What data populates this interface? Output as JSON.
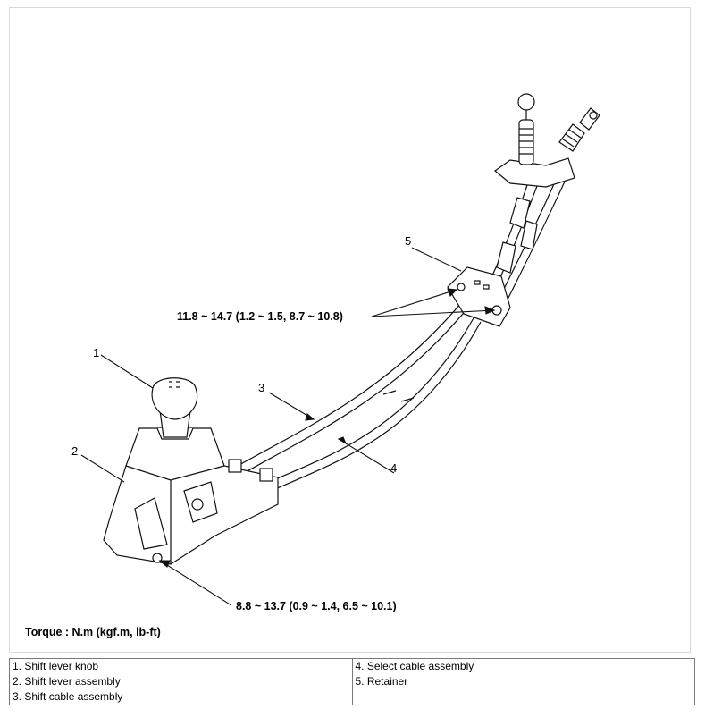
{
  "callouts": [
    "1",
    "2",
    "3",
    "4",
    "5"
  ],
  "torque_values": [
    "11.8 ~ 14.7 (1.2 ~ 1.5, 8.7 ~ 10.8)",
    "8.8 ~ 13.7 (0.9 ~ 1.4, 6.5 ~ 10.1)"
  ],
  "torque_unit_label": "Torque : N.m (kgf.m, lb-ft)",
  "legend": {
    "left": [
      "1. Shift lever knob",
      "2. Shift lever assembly",
      "3. Shift cable assembly"
    ],
    "right": [
      "4. Select cable assembly",
      "5. Retainer"
    ]
  }
}
